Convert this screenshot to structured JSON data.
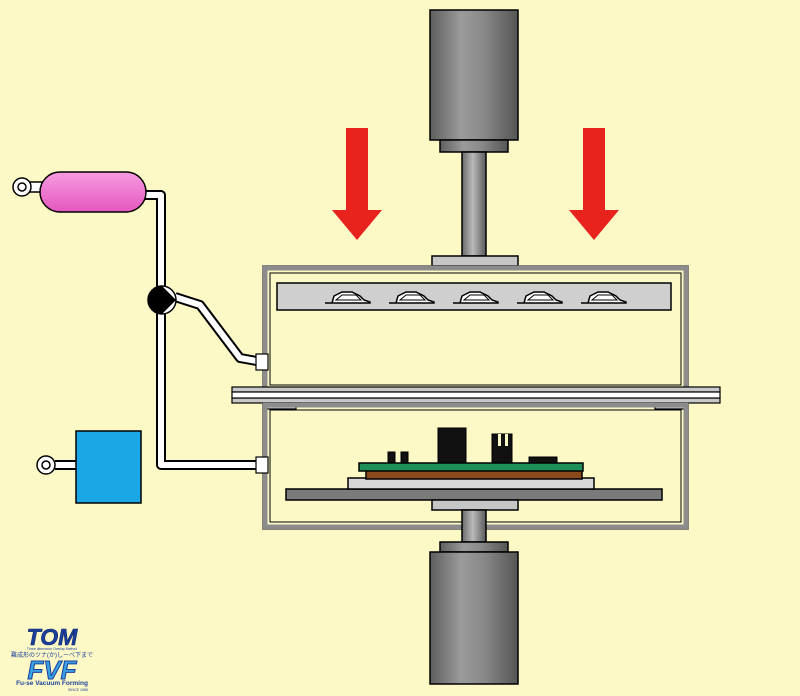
{
  "logo": {
    "brand": "TOM",
    "tagline": "Three dimension Overlay Method",
    "japanese": "難成形のツナ(か)しーべ下まで",
    "mark": "FVF",
    "name": "Fu-se Vacuum Forming",
    "since": "SINCE 1986"
  },
  "colors": {
    "background": "#fdf9c6",
    "arrow": "#e8231e",
    "reservoir": "#f06cc8",
    "pump": "#1ba6e6",
    "cylinder": "#7f7f7f",
    "frame": "#808080",
    "heater": "#cfcfcf",
    "pcb": "#1f8f5a",
    "substrate": "#8b4a1c"
  }
}
